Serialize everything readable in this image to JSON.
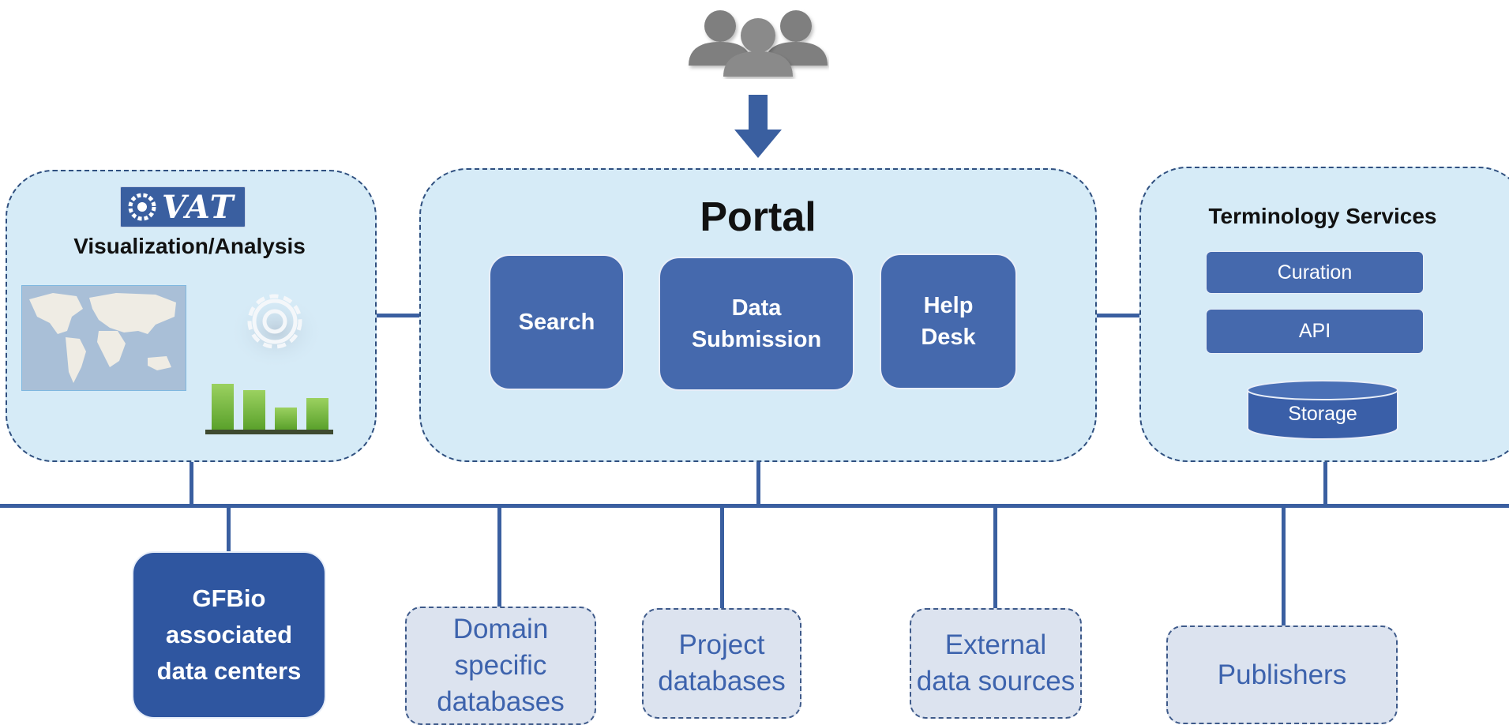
{
  "portal": {
    "title": "Portal",
    "buttons": [
      "Search",
      "Data\nSubmission",
      "Help\nDesk"
    ]
  },
  "vat": {
    "logo_text": "VAT",
    "title": "Visualization/Analysis",
    "bar_chart": {
      "values": [
        58,
        50,
        28,
        40
      ]
    }
  },
  "terminology": {
    "title": "Terminology Services",
    "items": [
      "Curation",
      "API"
    ],
    "storage": "Storage"
  },
  "sources": {
    "gfbio": "GFBio\nassociated\ndata centers",
    "domain": "Domain\nspecific\ndatabases",
    "project": "Project\ndatabases",
    "external": "External\ndata sources",
    "publishers": "Publishers"
  },
  "colors": {
    "panel_fill": "#d6ebf7",
    "button_blue": "#4569ad",
    "line_blue": "#3a5fa0",
    "source_fill": "#dce3ef",
    "source_text": "#3d63ad",
    "gfbio_fill": "#2f56a0"
  }
}
